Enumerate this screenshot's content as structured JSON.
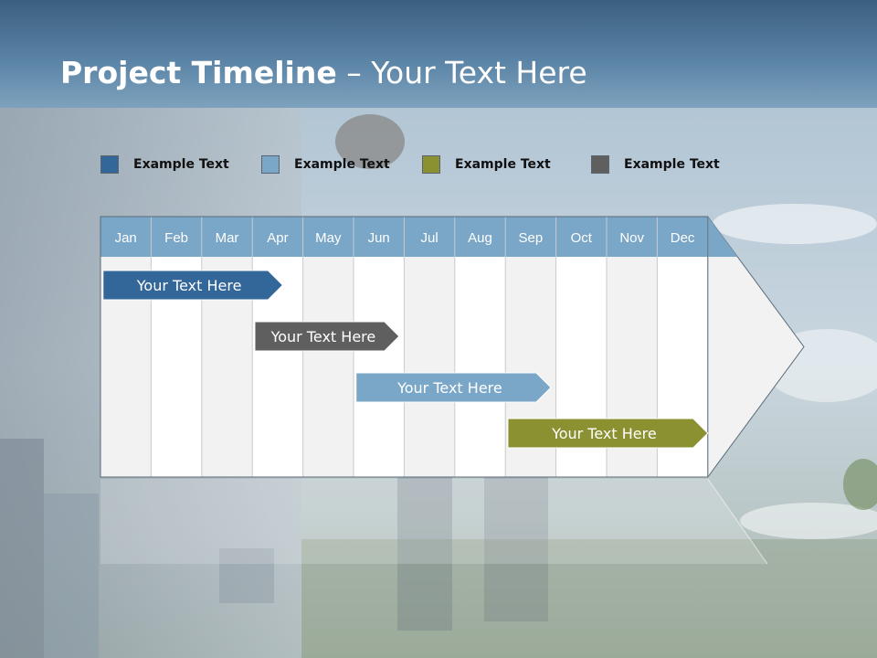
{
  "slide": {
    "title_bold": "Project Timeline",
    "title_rest": " – Your Text Here"
  },
  "legend": [
    {
      "label": "Example Text",
      "color": "#336699"
    },
    {
      "label": "Example Text",
      "color": "#7aa6c7"
    },
    {
      "label": "Example Text",
      "color": "#8b9130"
    },
    {
      "label": "Example Text",
      "color": "#5f5f5f"
    }
  ],
  "timeline": {
    "months": [
      "Jan",
      "Feb",
      "Mar",
      "Apr",
      "May",
      "Jun",
      "Jul",
      "Aug",
      "Sep",
      "Oct",
      "Nov",
      "Dec"
    ],
    "header_color": "#7aa6c7",
    "tasks": [
      {
        "label": "Your  Text Here",
        "start_month": 0.05,
        "end_month": 3.6,
        "color": "#336699"
      },
      {
        "label": "Your  Text Here",
        "start_month": 3.05,
        "end_month": 5.9,
        "color": "#5f5f5f"
      },
      {
        "label": "Your  Text Here",
        "start_month": 5.05,
        "end_month": 8.9,
        "color": "#7aa6c7"
      },
      {
        "label": "Your  Text Here",
        "start_month": 8.05,
        "end_month": 12.0,
        "color": "#8b9130"
      }
    ]
  }
}
